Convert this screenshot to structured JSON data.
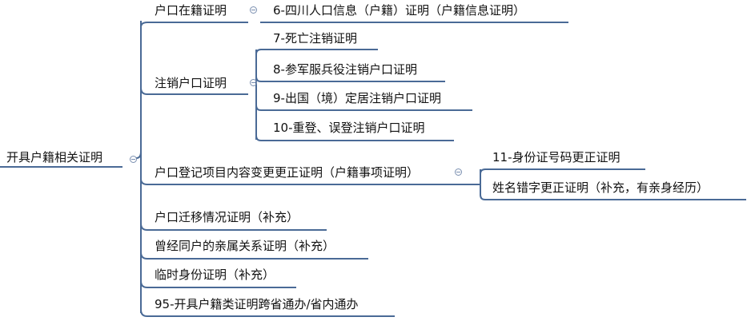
{
  "root": {
    "label": "开具户籍相关证明"
  },
  "branches": [
    {
      "label": "户口在籍证明",
      "children": [
        "6-四川人口信息（户籍）证明（户籍信息证明）"
      ]
    },
    {
      "label": "注销户口证明",
      "children": [
        "7-死亡注销证明",
        "8-参军服兵役注销户口证明",
        "9-出国（境）定居注销户口证明",
        "10-重登、误登注销户口证明"
      ]
    },
    {
      "label": "户口登记项目内容变更更正证明（户籍事项证明）",
      "children": [
        "11-身份证号码更正证明",
        "姓名错字更正证明（补充，有亲身经历）"
      ]
    },
    {
      "label": "户口迁移情况证明（补充）",
      "children": []
    },
    {
      "label": "曾经同户的亲属关系证明（补充）",
      "children": []
    },
    {
      "label": "临时身份证明（补充）",
      "children": []
    },
    {
      "label": "95-开具户籍类证明跨省通办/省内通办",
      "children": []
    }
  ],
  "colors": {
    "line": "#4a6a96",
    "connector": "#4a6a96",
    "collapse_icon": "#7a8fb0"
  }
}
